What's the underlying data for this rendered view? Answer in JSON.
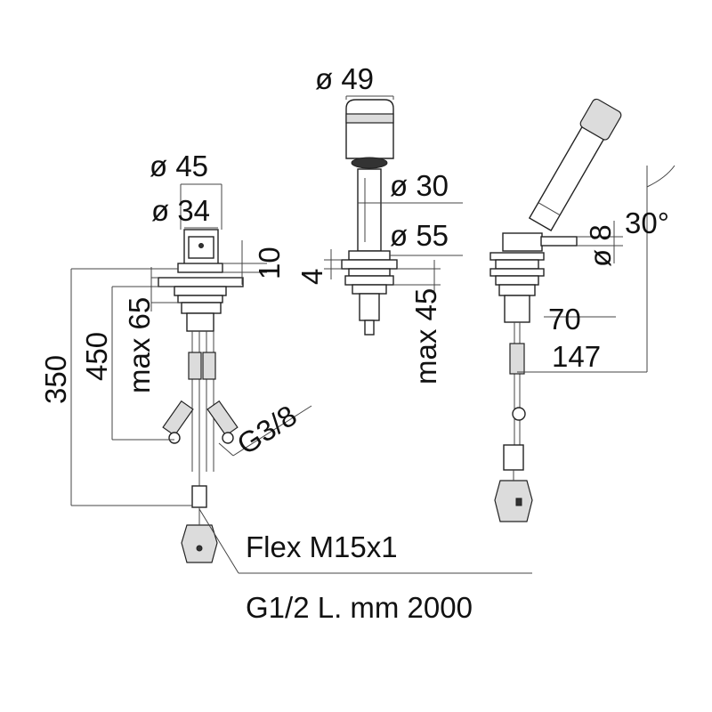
{
  "dimensions": {
    "d45": "ø 45",
    "d34": "ø 34",
    "d49": "ø 49",
    "d30": "ø 30",
    "d55": "ø 55",
    "d8": "ø 8",
    "ten": "10",
    "four": "4",
    "max65": "max 65",
    "max45": "max 45",
    "h350": "350",
    "h450": "450",
    "g38": "G3/8",
    "seventy": "70",
    "reach147": "147",
    "angle": "30°"
  },
  "notes": {
    "flex_line1": "Flex M15x1",
    "flex_line2": "G1/2 L. mm 2000"
  }
}
